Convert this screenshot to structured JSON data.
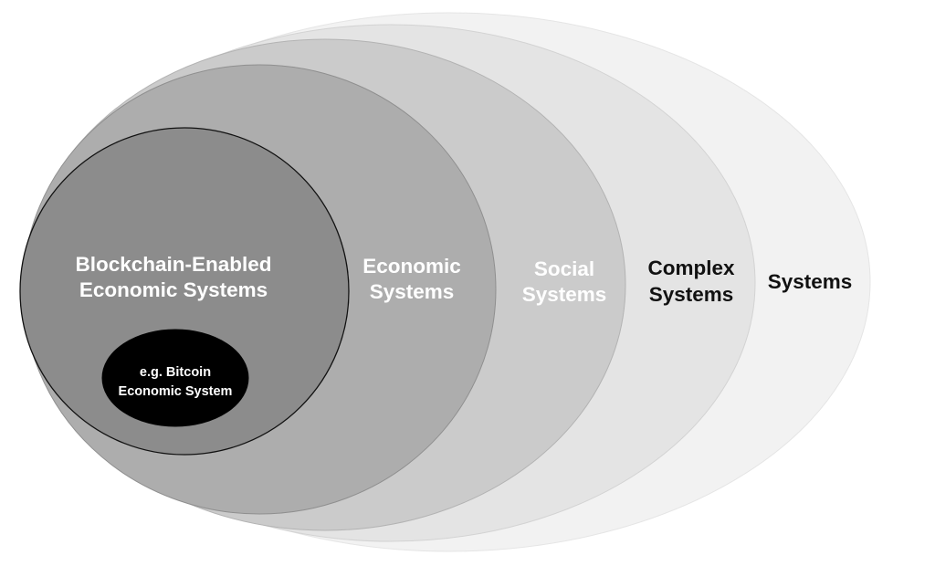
{
  "diagram": {
    "background": "#ffffff",
    "rings": [
      {
        "id": "systems",
        "label_lines": [
          "Systems"
        ],
        "fill": "#f2f2f2",
        "stroke": "#e5e5e5",
        "text_color": "#111111"
      },
      {
        "id": "complex-systems",
        "label_lines": [
          "Complex",
          "Systems"
        ],
        "fill": "#e4e4e4",
        "stroke": "#d3d3d3",
        "text_color": "#111111"
      },
      {
        "id": "social-systems",
        "label_lines": [
          "Social",
          "Systems"
        ],
        "fill": "#cbcbcb",
        "stroke": "#b3b3b3",
        "text_color": "#ffffff"
      },
      {
        "id": "economic-systems",
        "label_lines": [
          "Economic",
          "Systems"
        ],
        "fill": "#adadad",
        "stroke": "#8f8f8f",
        "text_color": "#ffffff"
      },
      {
        "id": "blockchain-enabled-economic-systems",
        "label_lines": [
          "Blockchain-Enabled",
          "Economic Systems"
        ],
        "fill": "#8c8c8c",
        "stroke": "#111111",
        "text_color": "#ffffff"
      },
      {
        "id": "bitcoin-economic-system",
        "label_lines": [
          "e.g. Bitcoin",
          "Economic System"
        ],
        "fill": "#000000",
        "stroke": "#000000",
        "text_color": "#ffffff"
      }
    ]
  }
}
